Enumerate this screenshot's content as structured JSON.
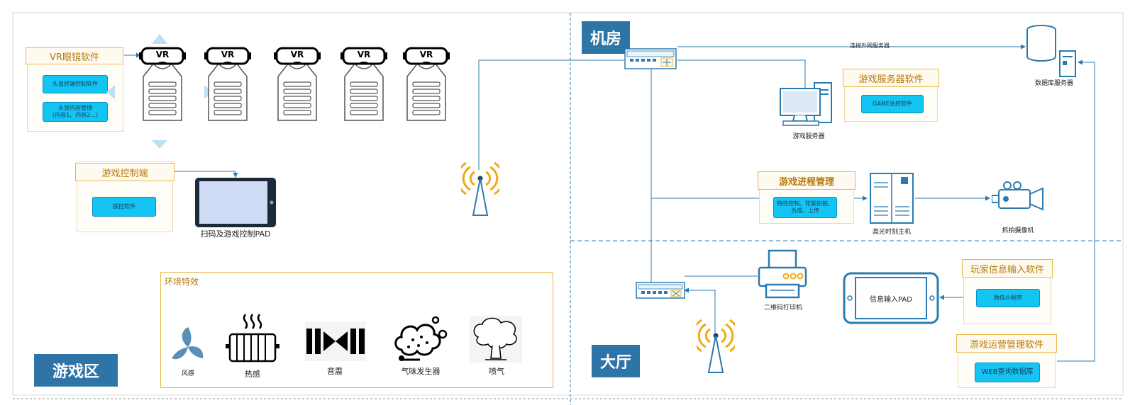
{
  "zones": {
    "game_area": "游戏区",
    "machine_room": "机房",
    "hall": "大厅"
  },
  "game_area": {
    "vr_software": {
      "title": "VR眼镜软件",
      "items": [
        "头显终端控制软件",
        "头显内容管理\n（内容1、内容2...）"
      ]
    },
    "vr_icon_text": "VR",
    "game_control": {
      "title": "游戏控制端",
      "items": [
        "操控软件"
      ]
    },
    "pad_label": "扫码及游戏控制PAD",
    "environment": {
      "title": "环境特效",
      "items": [
        {
          "label": "风感",
          "icon": "fan-icon"
        },
        {
          "label": "热感",
          "icon": "heater-icon"
        },
        {
          "label": "音震",
          "icon": "speaker-vibration-icon"
        },
        {
          "label": "气味发生器",
          "icon": "scent-generator-icon"
        },
        {
          "label": "喷气",
          "icon": "air-jet-icon"
        }
      ]
    }
  },
  "machine_room": {
    "link_label": "连接外网服务器",
    "database_label": "数据库服务器",
    "game_server_label": "游戏服务器",
    "game_server_software": {
      "title": "游戏服务器软件",
      "items": [
        "GAME总控软件"
      ]
    },
    "process_mgmt": {
      "title": "游戏进程管理",
      "items": [
        "特效控制、花絮抓拍、合成、上传"
      ]
    },
    "highlight_host_label": "高光时刻主机",
    "capture_camera_label": "抓拍摄像机"
  },
  "hall": {
    "qr_printer_label": "二维码打印机",
    "info_pad_label": "信息输入PAD",
    "player_info": {
      "title": "玩家信息输入软件",
      "items": [
        "微信小程序"
      ]
    },
    "operations": {
      "title": "游戏运营管理软件",
      "items": [
        "WEB查询数据库"
      ]
    }
  },
  "colors": {
    "zone_label_bg": "#2e74a6",
    "line": "#2b7bb0",
    "button": "#14c4f2",
    "card_title": "#b57a07",
    "card_border": "#e8b74a",
    "wifi": "#f2a90f"
  }
}
